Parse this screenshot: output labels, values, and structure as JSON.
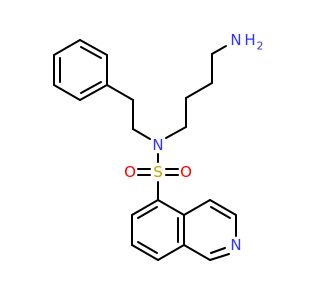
{
  "molecule": {
    "atoms": {
      "amine_n": {
        "text": "N",
        "color": "#3333ff"
      },
      "amine_h": {
        "text": "H",
        "color": "#3333ff"
      },
      "amine_h_count": {
        "text": "2",
        "color": "#3333ff"
      },
      "sulfonamide_n": {
        "text": "N",
        "color": "#3333ff"
      },
      "sulfur": {
        "text": "S",
        "color": "#c8a000"
      },
      "oxygen_left": {
        "text": "O",
        "color": "#ff0000"
      },
      "oxygen_right": {
        "text": "O",
        "color": "#ff0000"
      },
      "ring_n": {
        "text": "N",
        "color": "#3333ff"
      }
    }
  }
}
